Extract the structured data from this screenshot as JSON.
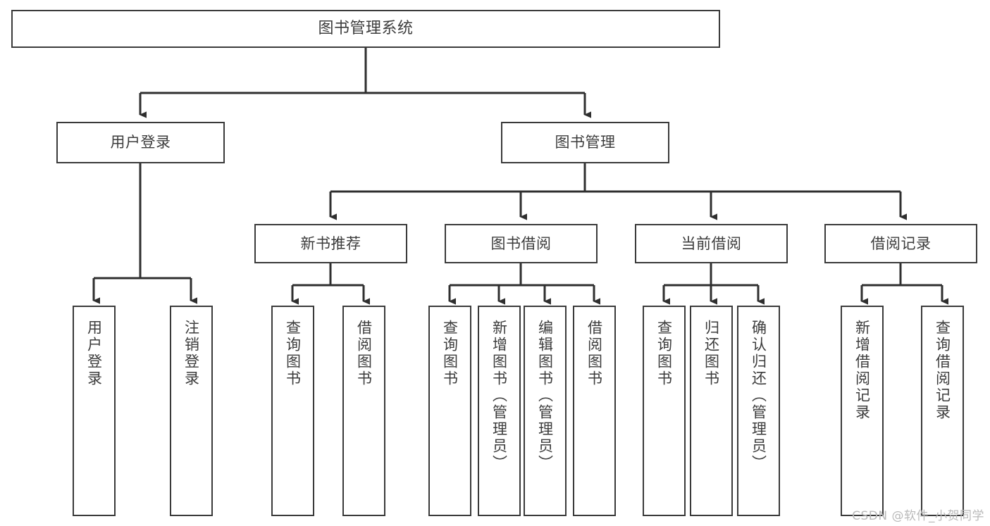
{
  "diagram": {
    "title": "图书管理系统",
    "type": "tree-hierarchy-flowchart",
    "colors": {
      "box_border": "#3a3a3a",
      "box_fill": "#ffffff",
      "text": "#3c3c3c",
      "connector": "#2f2f2f",
      "watermark": "#b9b9b9",
      "background": "#ffffff"
    },
    "nodes": {
      "root": {
        "label": "图书管理系统"
      },
      "level2": [
        {
          "id": "user-login",
          "label": "用户登录"
        },
        {
          "id": "book-manage",
          "label": "图书管理"
        }
      ],
      "level3": [
        {
          "id": "new-book-rec",
          "label": "新书推荐"
        },
        {
          "id": "book-borrow",
          "label": "图书借阅"
        },
        {
          "id": "current-borrow",
          "label": "当前借阅"
        },
        {
          "id": "borrow-record",
          "label": "借阅记录"
        }
      ],
      "level4": {
        "user-login": [
          {
            "id": "leaf-user-login",
            "label": "用户登录"
          },
          {
            "id": "leaf-logout",
            "label": "注销登录"
          }
        ],
        "new-book-rec": [
          {
            "id": "leaf-query-book-1",
            "label": "查询图书"
          },
          {
            "id": "leaf-borrow-book-1",
            "label": "借阅图书"
          }
        ],
        "book-borrow": [
          {
            "id": "leaf-query-book-2",
            "label": "查询图书"
          },
          {
            "id": "leaf-add-book",
            "label": "新增图书（管理员）"
          },
          {
            "id": "leaf-edit-book",
            "label": "编辑图书（管理员）"
          },
          {
            "id": "leaf-borrow-book-2",
            "label": "借阅图书"
          }
        ],
        "current-borrow": [
          {
            "id": "leaf-query-book-3",
            "label": "查询图书"
          },
          {
            "id": "leaf-return-book",
            "label": "归还图书"
          },
          {
            "id": "leaf-confirm-return",
            "label": "确认归还（管理员）"
          }
        ],
        "borrow-record": [
          {
            "id": "leaf-add-record",
            "label": "新增借阅记录"
          },
          {
            "id": "leaf-query-record",
            "label": "查询借阅记录"
          }
        ]
      }
    },
    "watermark": "CSDN @软件_小贺同学"
  }
}
